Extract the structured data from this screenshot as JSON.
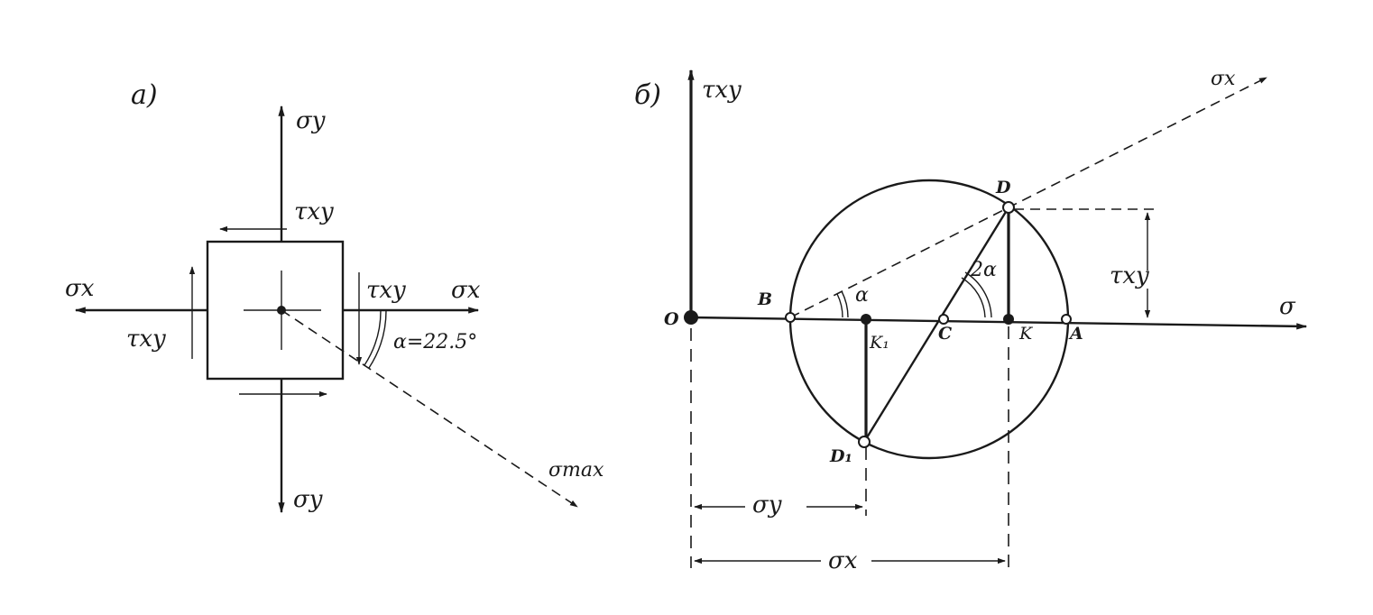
{
  "panel_a": {
    "label": "a)",
    "sigma_y_top": "σy",
    "sigma_y_bottom": "σy",
    "sigma_x_left": "σx",
    "sigma_x_right": "σx",
    "tau_top": "τxy",
    "tau_left": "τxy",
    "tau_right": "τxy",
    "angle": "α=22.5°",
    "sigma_max": "σmax"
  },
  "panel_b": {
    "label": "б)",
    "axis_tau": "τxy",
    "axis_sigma": "σ",
    "sigma_x_ray": "σx",
    "origin": "O",
    "point_b": "B",
    "point_c": "C",
    "point_k": "K",
    "point_a": "A",
    "point_d": "D",
    "point_d1": "D₁",
    "point_k1": "K₁",
    "angle_alpha": "α",
    "angle_2alpha": "2α",
    "tau_dim": "τxy",
    "sigma_y_dim": "σy",
    "sigma_x_dim": "σx"
  },
  "colors": {
    "ink": "#1a1a1a",
    "paper": "#ffffff"
  }
}
